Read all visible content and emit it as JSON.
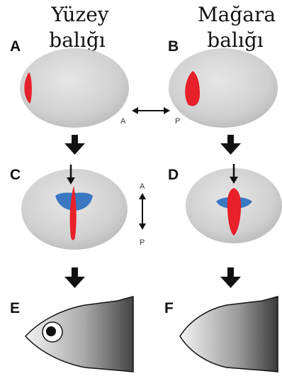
{
  "columns": [
    {
      "title_line1": "Yüzey",
      "title_line2": "balığı"
    },
    {
      "title_line1": "Mağara",
      "title_line2": "balığı"
    }
  ],
  "panel_labels": {
    "a": "A",
    "b": "B",
    "c": "C",
    "d": "D",
    "e": "E",
    "f": "F"
  },
  "axis_ap_horizontal": {
    "start": "A",
    "end": "P"
  },
  "axis_ap_vertical": {
    "start": "A",
    "end": "P"
  },
  "colors": {
    "embryo_gray": "#d4d4d4",
    "red_marker": "#e8202a",
    "blue_marker": "#3a78c2",
    "arrow": "#111111"
  }
}
